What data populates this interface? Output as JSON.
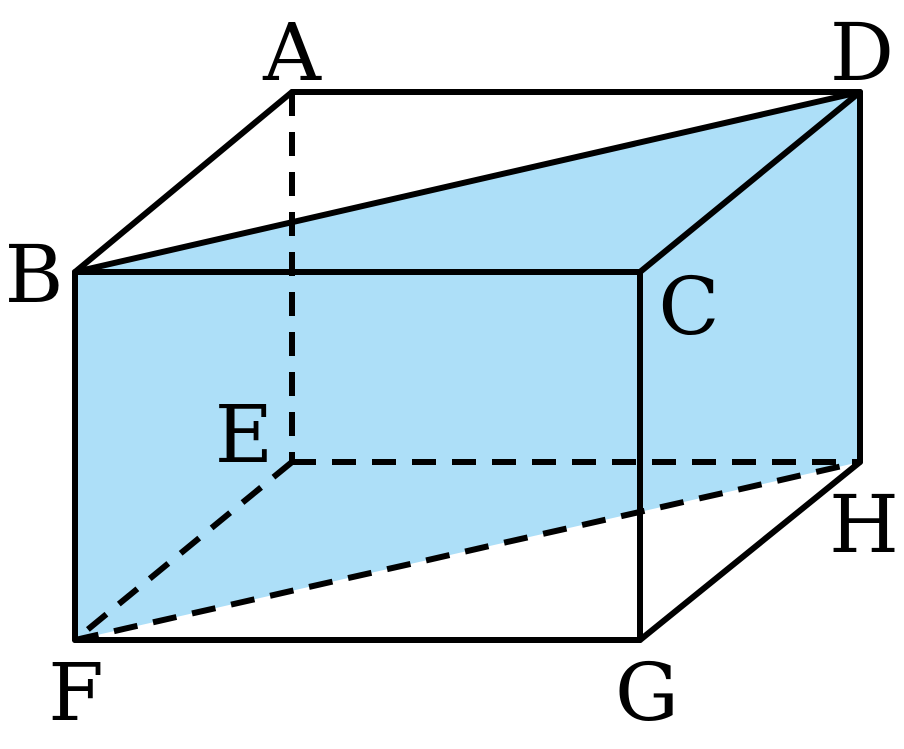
{
  "diagram": {
    "vertices": {
      "A": "A",
      "B": "B",
      "C": "C",
      "D": "D",
      "E": "E",
      "F": "F",
      "G": "G",
      "H": "H"
    },
    "colors": {
      "plane_fill": "#ADDFF8",
      "edge": "#000000",
      "background": "#FFFFFF"
    }
  }
}
